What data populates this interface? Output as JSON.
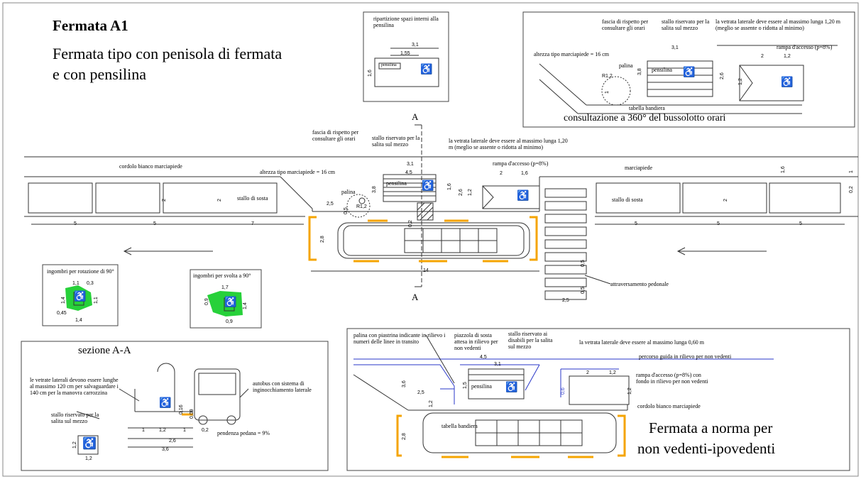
{
  "title": {
    "main": "Fermata A1",
    "subtitle_l1": "Fermata tipo con penisola di fermata",
    "subtitle_l2": "e con pensilina"
  },
  "plan": {
    "cordolo": "cordolo bianco marciapiede",
    "altezza": "altezza tipo marciapiede = 16 cm",
    "fascia": "fascia di rispetto per consultare gli orari",
    "stallo_salita": "stallo riservato per la salita sul mezzo",
    "vetrata": "la vetrata laterale deve essere al massimo lunga 1,20 m (meglio se assente o ridotta al minimo)",
    "rampa": "rampa d'accesso (p=8%)",
    "marciapiede": "marciapiede",
    "stallo_sosta_l": "stallo di sosta",
    "stallo_sosta_r": "stallo di sosta",
    "palina": "palina",
    "pensilina": "pensilina",
    "attraversamento": "attraversamento pedonale",
    "section_a": "A",
    "dims": {
      "d45": "4,5",
      "d31": "3,1",
      "d38": "3,8",
      "d16": "1,6",
      "d26": "2,6",
      "d12": "1,2",
      "d25": "2,5",
      "d05": "0,5",
      "r12": "R1,2",
      "d2": "2",
      "d14": "14",
      "d28": "2,8",
      "d02": "0,2",
      "d5a": "5",
      "d5b": "5",
      "d7": "7",
      "d5c": "5",
      "d5d": "5",
      "d5e": "5",
      "d2b": "2",
      "d2c": "2",
      "d2d": "2",
      "d16b": "1,6",
      "d1": "1",
      "d02b": "0,2",
      "dz25": "2,5",
      "dz05a": "0,5",
      "dz05b": "0,5"
    }
  },
  "ripartizione": {
    "title": "ripartizione spazi interni alla pensilina",
    "d31": "3,1",
    "d155": "1,55",
    "d16": "1,6",
    "pensilina": "pensilina"
  },
  "consult": {
    "fascia": "fascia di rispetto per consultare gli orari",
    "stallo": "stallo riservato per la salita sul mezzo",
    "vetrata": "la vetrata laterale deve essere al massimo lunga 1,20 m (meglio se assente o ridotta al minimo)",
    "altezza": "altezza tipo marciapiede = 16 cm",
    "rampa": "rampa d'accesso (p=8%)",
    "palina": "palina",
    "pensilina": "pensilina",
    "tabella": "tabella bandiera",
    "caption": "consultazione a 360° del bussolotto orari",
    "d31": "3,1",
    "d2": "2",
    "d12": "1,2",
    "d38": "3,8",
    "d26": "2,6",
    "d12b": "1,2",
    "r12": "R1,2",
    "d1": "1"
  },
  "ingombri90": {
    "title": "ingombri per rotazione di 90°",
    "d11": "1,1",
    "d03": "0,3",
    "d14": "1,4",
    "d11b": "1,1",
    "d045": "0,45",
    "d14b": "1,4"
  },
  "svolta": {
    "title": "ingombri per svolta a 90°",
    "d17": "1,7",
    "d09": "0,9",
    "d14": "1,4",
    "d09b": "0,9"
  },
  "sezione": {
    "title": "sezione A-A",
    "vetrate": "le vetrate laterali devono essere lunghe al massimo 120 cm per salvaguardare i 140 cm per la manovra carrozzina",
    "autobus": "autobus con sistema di inginocchiamento laterale",
    "stallo": "stallo riservato per la salita sul mezzo",
    "pendenza": "pendenza pedana = 9%",
    "d1": "1",
    "d12": "1,2",
    "d1b": "1",
    "d02": "0,2",
    "d26": "2,6",
    "d36": "3,6",
    "d016": "0,16",
    "d009": "0,09",
    "d12v": "1,2",
    "d12h": "1,2"
  },
  "nonvedenti": {
    "palina": "palina con piastrina indicante in rilievo i numeri delle linee in transito",
    "piazzola": "piazzola di sosta attesa in rilievo per non vedenti",
    "stallo": "stallo riservato ai disabili per la salita sul mezzo",
    "vetrata": "la vetrata laterale deve essere al massimo lunga 0,60 m",
    "percorso": "percorso guida in rilievo per non vedenti",
    "rampa": "rampa d'accesso (p=8%) con fondo in rilievo per non vedenti",
    "cordolo": "cordolo bianco marciapiede",
    "pensilina": "pensilina",
    "tabella": "tabella bandiera",
    "caption_l1": "Fermata a norma per",
    "caption_l2": "non vedenti-ipovedenti",
    "d45": "4,5",
    "d31": "3,1",
    "d36": "3,6",
    "d25": "2,5",
    "d15": "1,5",
    "d12": "1,2",
    "d2": "2",
    "d12b": "1,2",
    "d06": "0,6",
    "d12c": "1,2",
    "d28": "2,8"
  },
  "colors": {
    "accent": "#f5a400",
    "wheelchair": "#27d13a",
    "blue": "#2a37c8",
    "line": "#333333"
  }
}
